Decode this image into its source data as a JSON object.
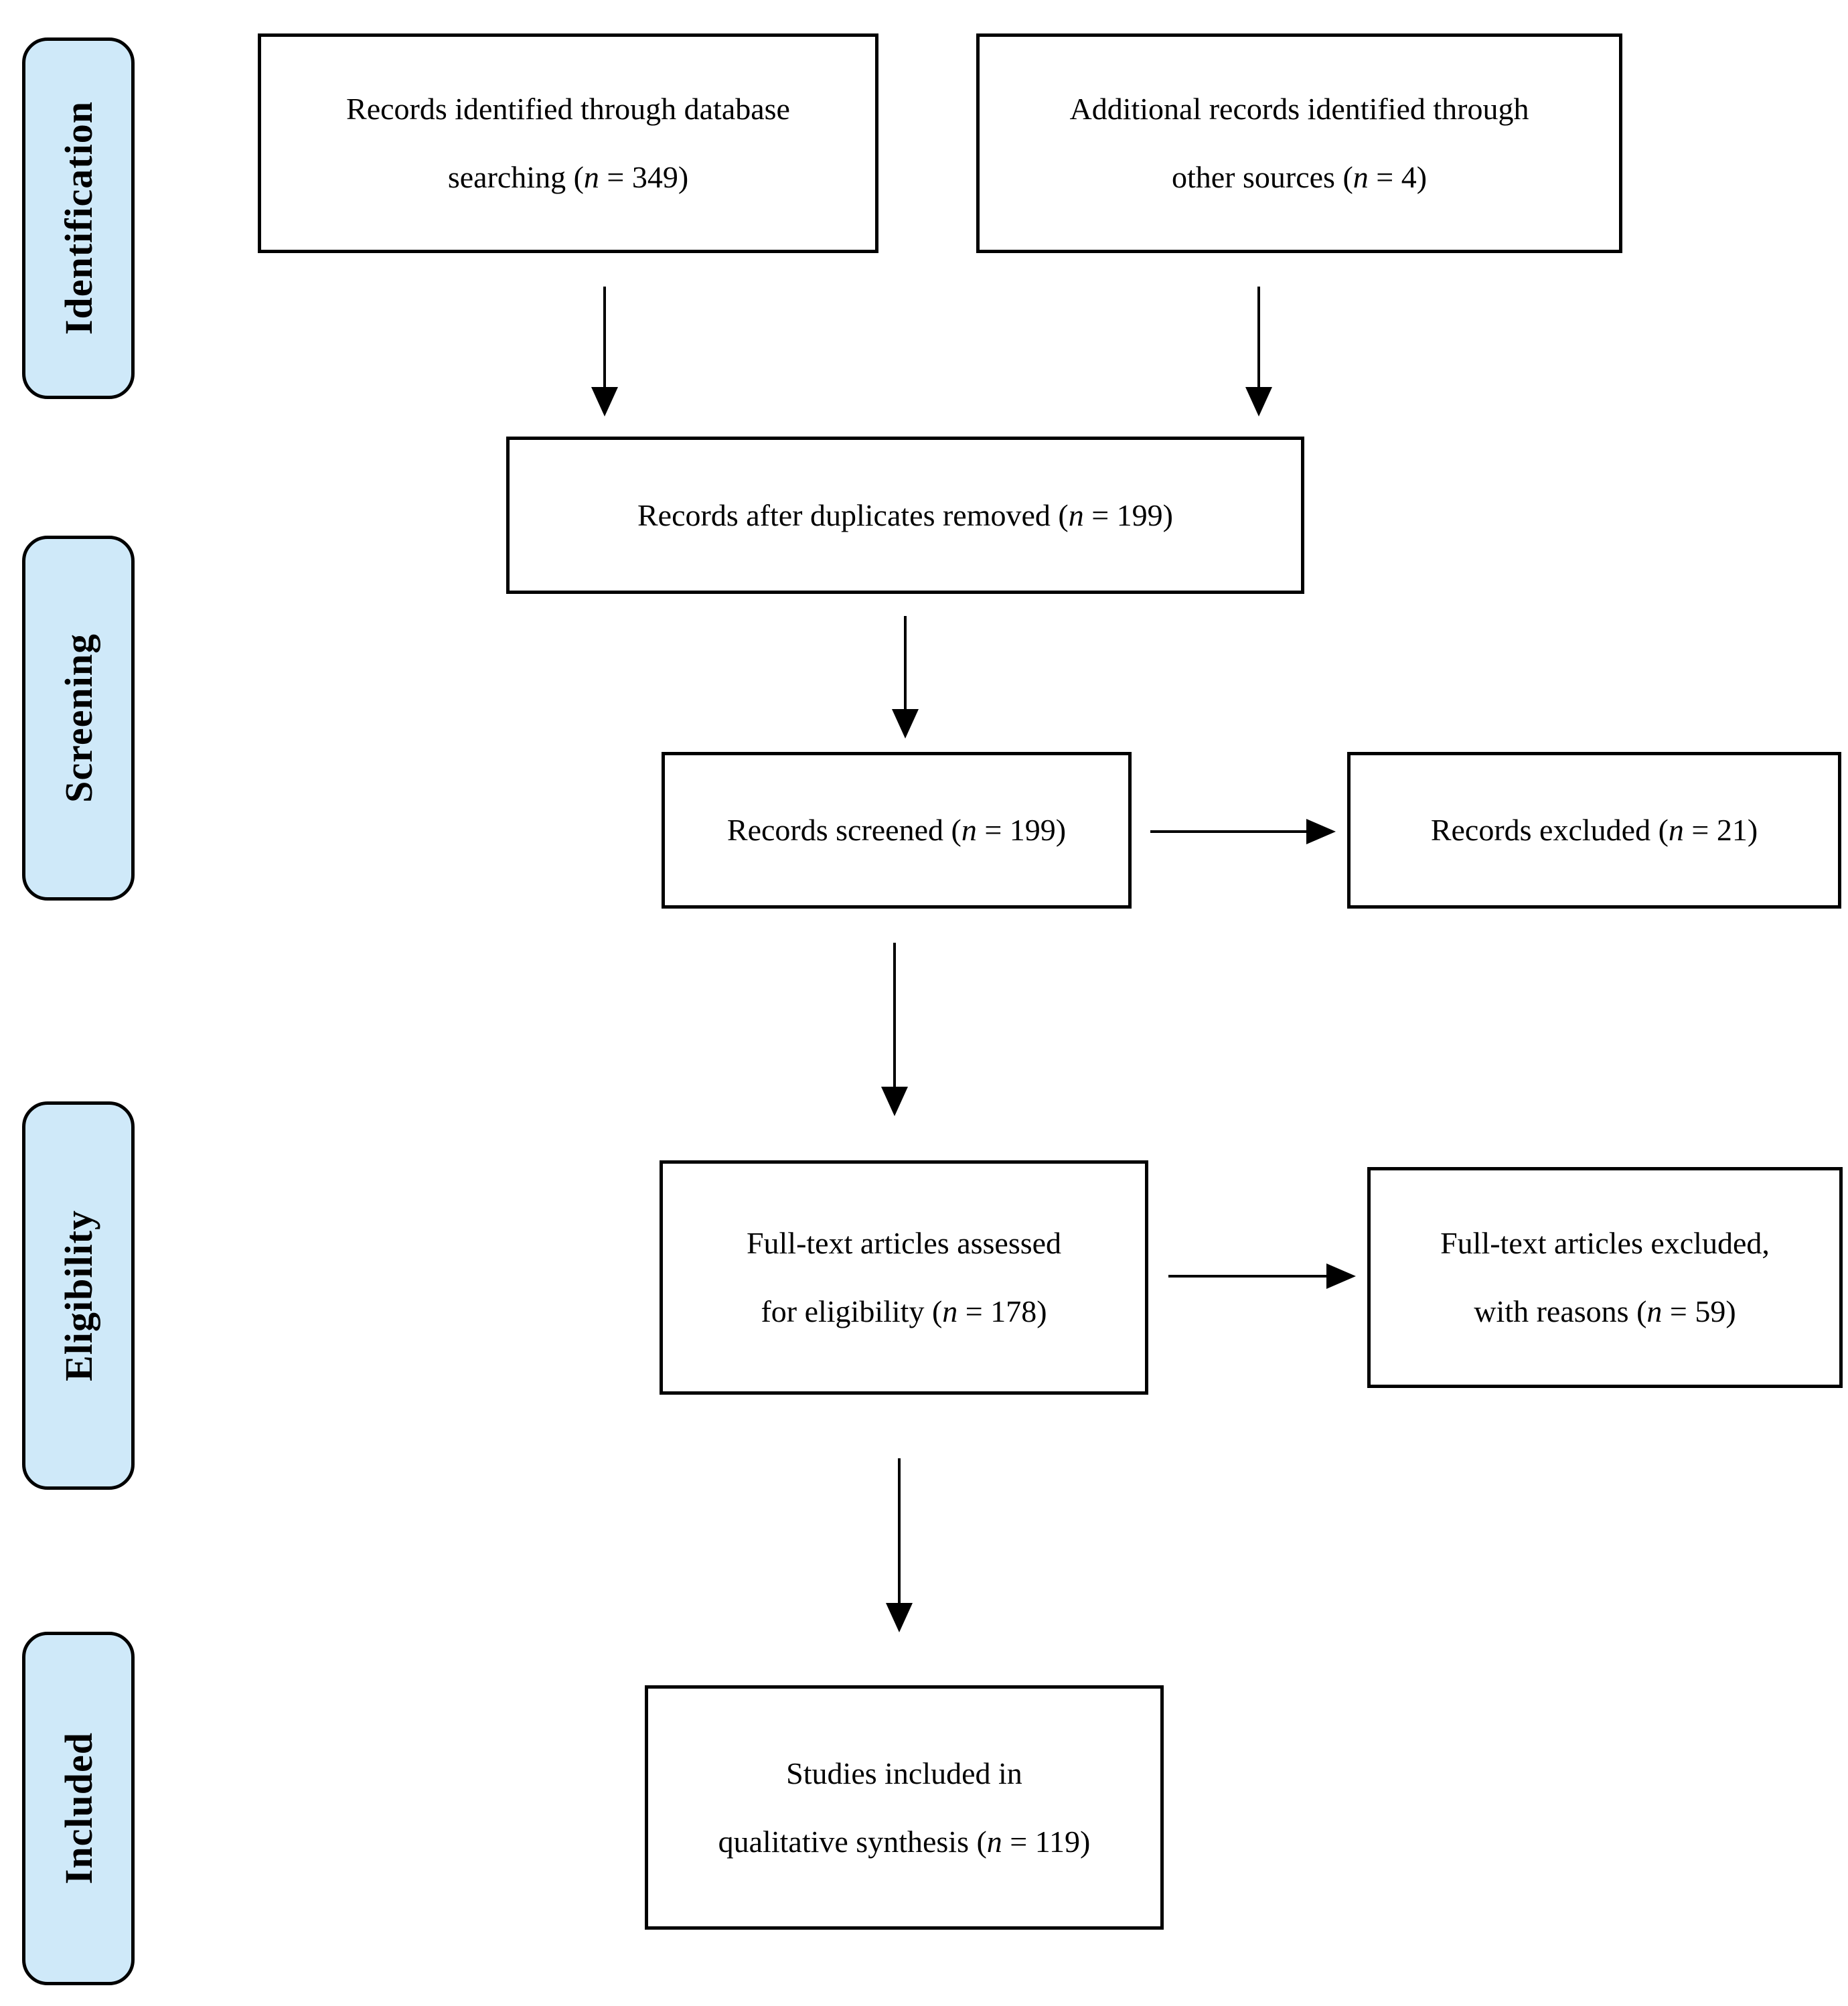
{
  "stages": [
    {
      "label": "Identification"
    },
    {
      "label": "Screening"
    },
    {
      "label": "Eligibility"
    },
    {
      "label": "Included"
    }
  ],
  "boxes": {
    "identified_database": {
      "lines": [
        "Records identified through database",
        "searching (n = 349)"
      ]
    },
    "identified_other": {
      "lines": [
        "Additional records identified through",
        "other sources (n = 4)"
      ]
    },
    "after_duplicates": {
      "lines": [
        "Records after duplicates removed (n = 199)"
      ]
    },
    "screened": {
      "lines": [
        "Records screened (n = 199)"
      ]
    },
    "records_excluded": {
      "lines": [
        "Records excluded (n = 21)"
      ]
    },
    "fulltext_assessed": {
      "lines": [
        "Full-text articles assessed",
        "for eligibility (n = 178)"
      ]
    },
    "fulltext_excluded": {
      "lines": [
        "Full-text articles excluded,",
        "with reasons (n = 59)"
      ]
    },
    "included_qualitative": {
      "lines": [
        "Studies included in",
        "qualitative synthesis (n = 119)"
      ]
    }
  },
  "colors": {
    "background": "#ffffff",
    "stage_fill": "#cfe9f9",
    "stage_border": "#000000",
    "box_fill": "#ffffff",
    "box_border": "#000000",
    "arrow": "#000000",
    "text": "#000000"
  }
}
